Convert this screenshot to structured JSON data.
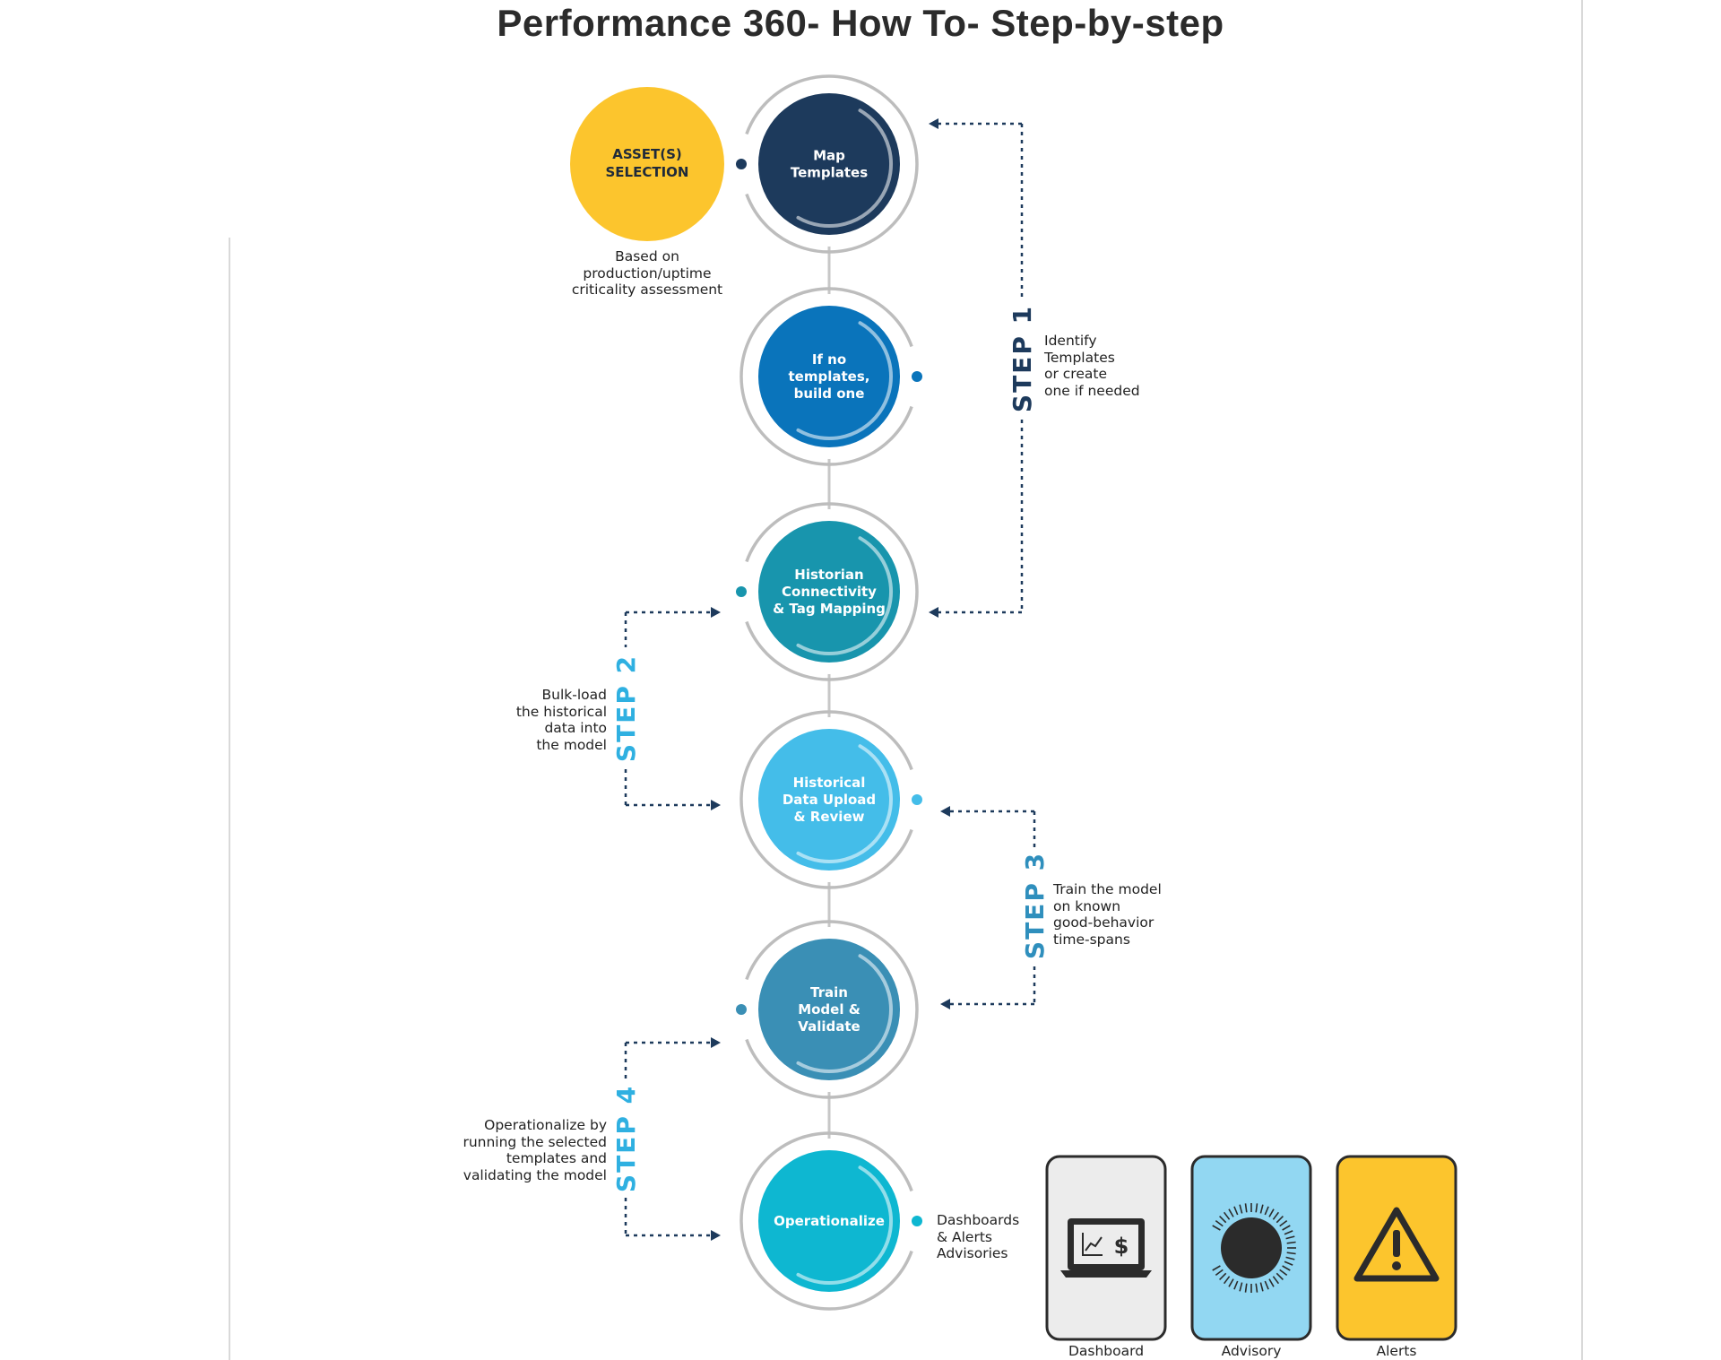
{
  "title": "Performance 360- How To- Step-by-step",
  "colors": {
    "yellow": "#fcc52d",
    "navy": "#1d3a5c",
    "blue": "#0a74bb",
    "teal": "#1895ad",
    "sky": "#44bde9",
    "steel": "#3a8fb5",
    "cyan": "#0eb7d1",
    "ring": "#bdbdbd",
    "arrow": "#1d3a5c",
    "step1": "#1d3a5c",
    "step2": "#2fb0e1",
    "step3": "#2f8fbd",
    "step4": "#2fb0e1"
  },
  "asset": {
    "lines": [
      "ASSET(S)",
      "SELECTION"
    ],
    "note": "Based on\nproduction/uptime\ncriticality assessment"
  },
  "nodes": [
    {
      "id": "map-templates",
      "lines": [
        "Map",
        "Templates"
      ]
    },
    {
      "id": "build-template",
      "lines": [
        "If no",
        "templates,",
        "build one"
      ]
    },
    {
      "id": "historian-connectivity",
      "lines": [
        "Historian",
        "Connectivity",
        "& Tag Mapping"
      ]
    },
    {
      "id": "historical-upload",
      "lines": [
        "Historical",
        "Data Upload",
        "& Review"
      ]
    },
    {
      "id": "train-model",
      "lines": [
        "Train",
        "Model &",
        "Validate"
      ]
    },
    {
      "id": "operationalize",
      "lines": [
        "Operationalize"
      ]
    }
  ],
  "steps": [
    {
      "label": "STEP 1",
      "note": "Identify\nTemplates\nor create\none if needed"
    },
    {
      "label": "STEP 2",
      "note": "Bulk-load\nthe historical\ndata into\nthe model"
    },
    {
      "label": "STEP 3",
      "note": "Train the model\non known\ngood-behavior\ntime-spans"
    },
    {
      "label": "STEP 4",
      "note": "Operationalize by\nrunning the selected\ntemplates and\nvalidating the model"
    }
  ],
  "outputs_note": "Dashboards\n& Alerts\nAdvisories",
  "cards": [
    {
      "label": "Dashboard",
      "icon": "laptop-dollar-chart-icon",
      "color": "#ececec"
    },
    {
      "label": "Advisory",
      "icon": "dial-knob-icon",
      "color": "#92d7f2"
    },
    {
      "label": "Alerts",
      "icon": "warning-triangle-icon",
      "color": "#fcc52d"
    }
  ]
}
